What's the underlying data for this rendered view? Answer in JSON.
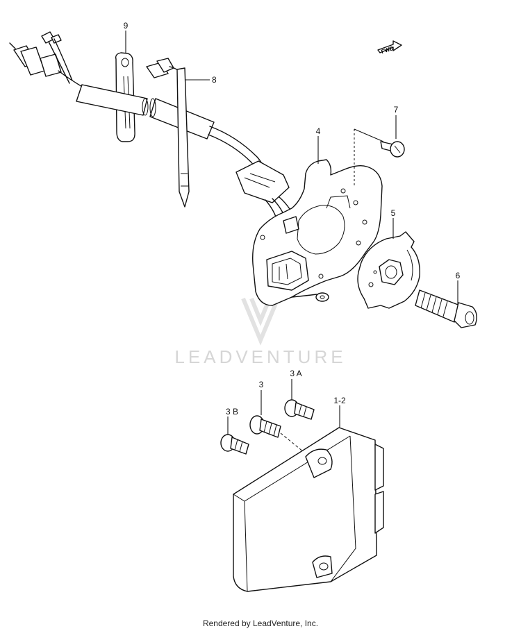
{
  "callouts": {
    "c9": "9",
    "c8": "8",
    "c7": "7",
    "c4": "4",
    "c5": "5",
    "c6": "6",
    "c3": "3",
    "c3a": "3 A",
    "c3b": "3 B",
    "c12": "1-2"
  },
  "fwd_label": "FWD",
  "watermark": "LEADVENTURE",
  "footer": "Rendered by LeadVenture, Inc."
}
